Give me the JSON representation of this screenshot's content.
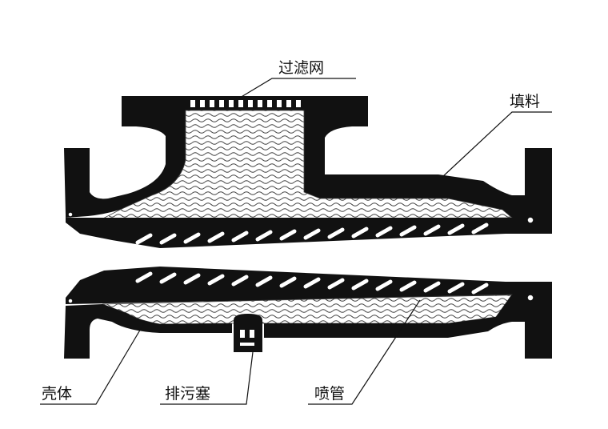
{
  "labels": {
    "filter_screen": "过滤网",
    "packing": "填料",
    "housing": "壳体",
    "drain_plug": "排污塞",
    "nozzle": "喷管"
  },
  "colors": {
    "body": "#111111",
    "packing_fill": "#ffffff",
    "packing_wave": "#444444",
    "background": "#ffffff"
  }
}
